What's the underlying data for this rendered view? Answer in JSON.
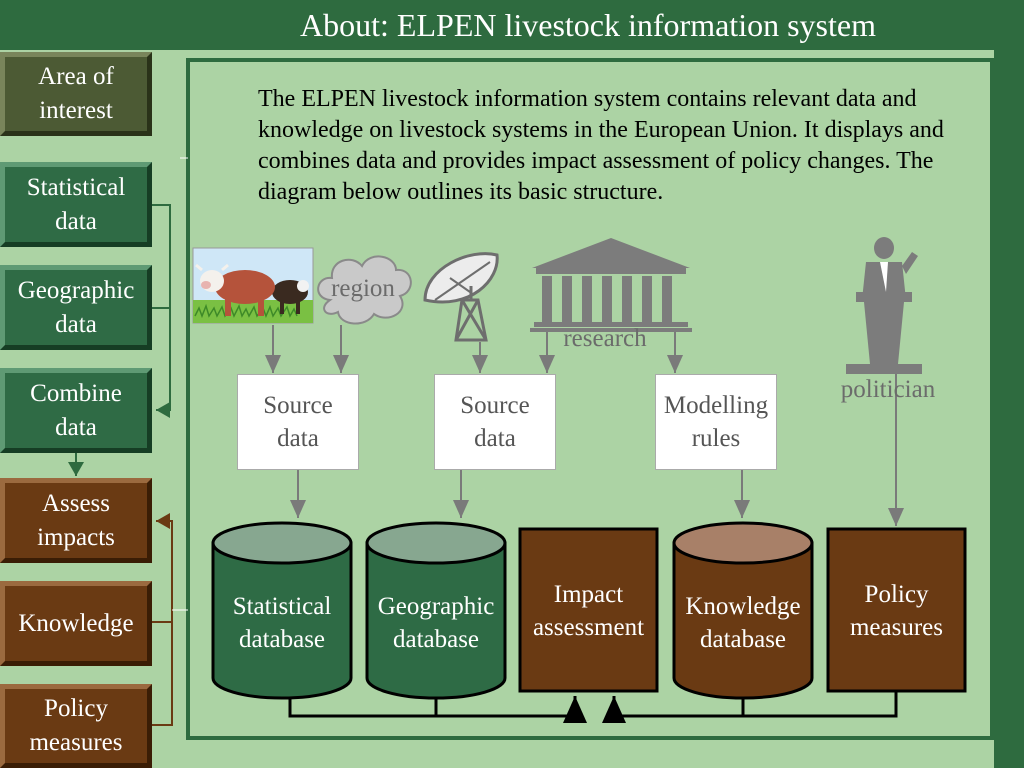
{
  "title": "About: ELPEN livestock information system",
  "nav": [
    {
      "label": [
        "Area of",
        "interest"
      ]
    },
    {
      "label": [
        "Statistical",
        "data"
      ]
    },
    {
      "label": [
        "Geographic",
        "data"
      ]
    },
    {
      "label": [
        "Combine",
        "data"
      ]
    },
    {
      "label": [
        "Assess",
        "impacts"
      ]
    },
    {
      "label": [
        "Knowledge"
      ]
    },
    {
      "label": [
        "Policy",
        "measures"
      ]
    }
  ],
  "description": "The ELPEN livestock information system contains relevant data and knowledge on livestock systems in the European Union. It displays and combines data and provides impact assessment of policy changes. The diagram below outlines its basic structure.",
  "diagram": {
    "region": "region",
    "research": "research",
    "politician": "politician",
    "source1": [
      "Source",
      "data"
    ],
    "source2": [
      "Source",
      "data"
    ],
    "modelling": [
      "Modelling",
      "rules"
    ],
    "stat_db": [
      "Statistical",
      "database"
    ],
    "geo_db": [
      "Geographic",
      "database"
    ],
    "impact": [
      "Impact",
      "assessment"
    ],
    "knowledge_db": [
      "Knowledge",
      "database"
    ],
    "policy": [
      "Policy",
      "measures"
    ]
  },
  "colors": {
    "background": "#acd3a4",
    "dark_green": "#2e6b3f",
    "olive": "#4c5a34",
    "brown": "#6a3a13"
  }
}
